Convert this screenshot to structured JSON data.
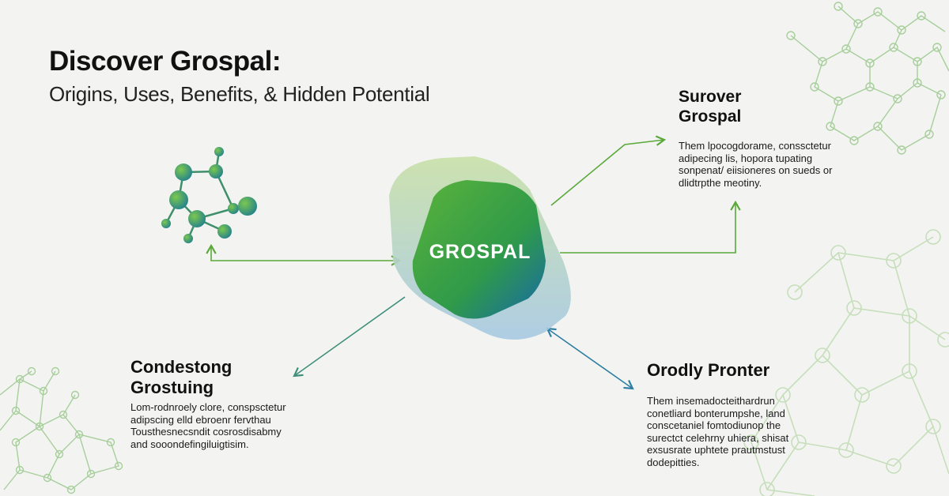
{
  "header": {
    "title": "Discover Grospal:",
    "subtitle": "Origins, Uses, Benefits, & Hidden Potential"
  },
  "hub": {
    "label": "GROSPAL"
  },
  "sections": {
    "top_right": {
      "heading_lines": [
        "Surover",
        "Grospal"
      ],
      "body_lines": [
        "Them lpocogdorame, conssctetur",
        "adipecing lis, hopora tupating",
        "sonpenat/ eiisioneres on sueds or",
        "dlidtrpthe meotiny."
      ]
    },
    "bottom_left": {
      "heading_lines": [
        "Condestong",
        "Grostuing"
      ],
      "body_lines": [
        "Lom-rodnroely clore, conspsctetur",
        "adipscing elld ebroenr fervthau",
        "Tousthesnecsndit cosrosdisabmy",
        "and sooondefingiluigtisim."
      ]
    },
    "bottom_right": {
      "heading_lines": [
        "Orodly Pronter"
      ],
      "body_lines": [
        "Them insemadocteithardrun",
        "conetliard bonterumpshe, land",
        "conscetaniel fomtodiunop the",
        "surectct celehrny uhiera, shisat",
        "exsusrate uphtete prautmstust",
        "dodepitties."
      ]
    }
  },
  "colors": {
    "accent_green": "#5aa83a",
    "accent_blue": "#2e7fa2",
    "hub_green": "#4aa63b",
    "hub_blue": "#1e78a8"
  },
  "icons": {
    "molecule": "molecule-icon",
    "network": "network-pattern"
  }
}
